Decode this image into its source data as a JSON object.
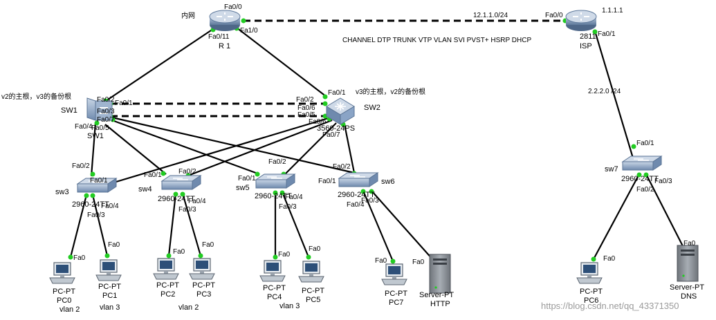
{
  "colors": {
    "link": "#000000",
    "port_up": "#22cc22",
    "router": "#7f98b8",
    "switch": "#8aa4c6",
    "pc": "#c0c8d0",
    "server": "#8a8f96"
  },
  "routers": [
    {
      "id": "r1",
      "label1": "R 1",
      "label2": "",
      "icon": "router-icon"
    },
    {
      "id": "isp",
      "label1": "2811",
      "label2": "ISP",
      "icon": "router-icon"
    }
  ],
  "switches": [
    {
      "id": "sw1",
      "label1": "SW1",
      "label2": "SW1"
    },
    {
      "id": "sw2",
      "label1": "SW2",
      "label2": "3560-24PS"
    },
    {
      "id": "sw3",
      "label1": "sw3",
      "label2": "2960-24TT"
    },
    {
      "id": "sw4",
      "label1": "sw4",
      "label2": "2960-24TT"
    },
    {
      "id": "sw5",
      "label1": "sw5",
      "label2": "2960-24TT"
    },
    {
      "id": "sw6",
      "label1": "sw6",
      "label2": "2960-24TT"
    },
    {
      "id": "sw7",
      "label1": "sw7",
      "label2": "2960-24TT"
    }
  ],
  "pcs": [
    {
      "id": "pc0",
      "type": "PC-PT",
      "name": "PC0",
      "vlan": "vlan 2"
    },
    {
      "id": "pc1",
      "type": "PC-PT",
      "name": "PC1",
      "vlan": "vlan 3"
    },
    {
      "id": "pc2",
      "type": "PC-PT",
      "name": "PC2",
      "vlan": ""
    },
    {
      "id": "pc3",
      "type": "PC-PT",
      "name": "PC3",
      "vlan": ""
    },
    {
      "id": "pc4",
      "type": "PC-PT",
      "name": "PC4",
      "vlan": ""
    },
    {
      "id": "pc5",
      "type": "PC-PT",
      "name": "PC5",
      "vlan": ""
    },
    {
      "id": "pc7",
      "type": "PC-PT",
      "name": "PC7",
      "vlan": ""
    },
    {
      "id": "pc6",
      "type": "PC-PT",
      "name": "PC6",
      "vlan": ""
    }
  ],
  "servers": [
    {
      "id": "http",
      "type": "Server-PT",
      "name": "HTTP"
    },
    {
      "id": "dns",
      "type": "Server-PT",
      "name": "DNS"
    }
  ],
  "vlan_labels": [
    "vlan 2",
    "vlan 3"
  ],
  "notes": {
    "inner": "内网",
    "isp_ip": "1.1.1.1",
    "net_wan": "12.1.1.0/24",
    "net_lan": "2.2.2.0 /24",
    "protocols": "CHANNEL DTP TRUNK VTP VLAN SVI PVST+ HSRP DHCP",
    "sw1_note": "v2的主根，v3的备份根",
    "sw2_note": "v3的主根，v2的备份根",
    "watermark": "https://blog.csdn.net/qq_43371350"
  },
  "ports": {
    "p01": "Fa0/0",
    "p02": "Fa0/11",
    "p03": "Fa1/0",
    "p04": "Fa0/0",
    "p05": "Fa0/1",
    "p06": "Fa0/2",
    "p07": "Fa0/1",
    "p08": "Fa0/3",
    "p09": "Fa0/7",
    "p10": "Fa0/4",
    "p11": "Fa0/5",
    "p12": "Fa0/1",
    "p13": "Fa0/2",
    "p14": "Fa0/6",
    "p15": "Fa0/5",
    "p16": "Fa0/6",
    "p17": "Fa0/7",
    "p18": "Fa0/2",
    "p19": "Fa0/1",
    "p20": "Fa0/4",
    "p21": "Fa0/3",
    "p22": "Fa0/1",
    "p23": "Fa0/2",
    "p24": "Fa0/4",
    "p25": "Fa0/3",
    "p26": "Fa0/1",
    "p27": "Fa0/2",
    "p28": "Fa0/4",
    "p29": "Fa0/3",
    "p30": "Fa0/2",
    "p31": "Fa0/1",
    "p32": "Fa0/4",
    "p33": "Fa0/3",
    "p34": "Fa0/1",
    "p35": "Fa0/3",
    "p36": "Fa0/2",
    "p37": "Fa0",
    "p38": "Fa0",
    "p39": "Fa0",
    "p40": "Fa0",
    "p41": "Fa0",
    "p42": "Fa0",
    "p43": "Fa0",
    "p44": "Fa0",
    "p45": "Fa0",
    "p46": "Fa0"
  }
}
